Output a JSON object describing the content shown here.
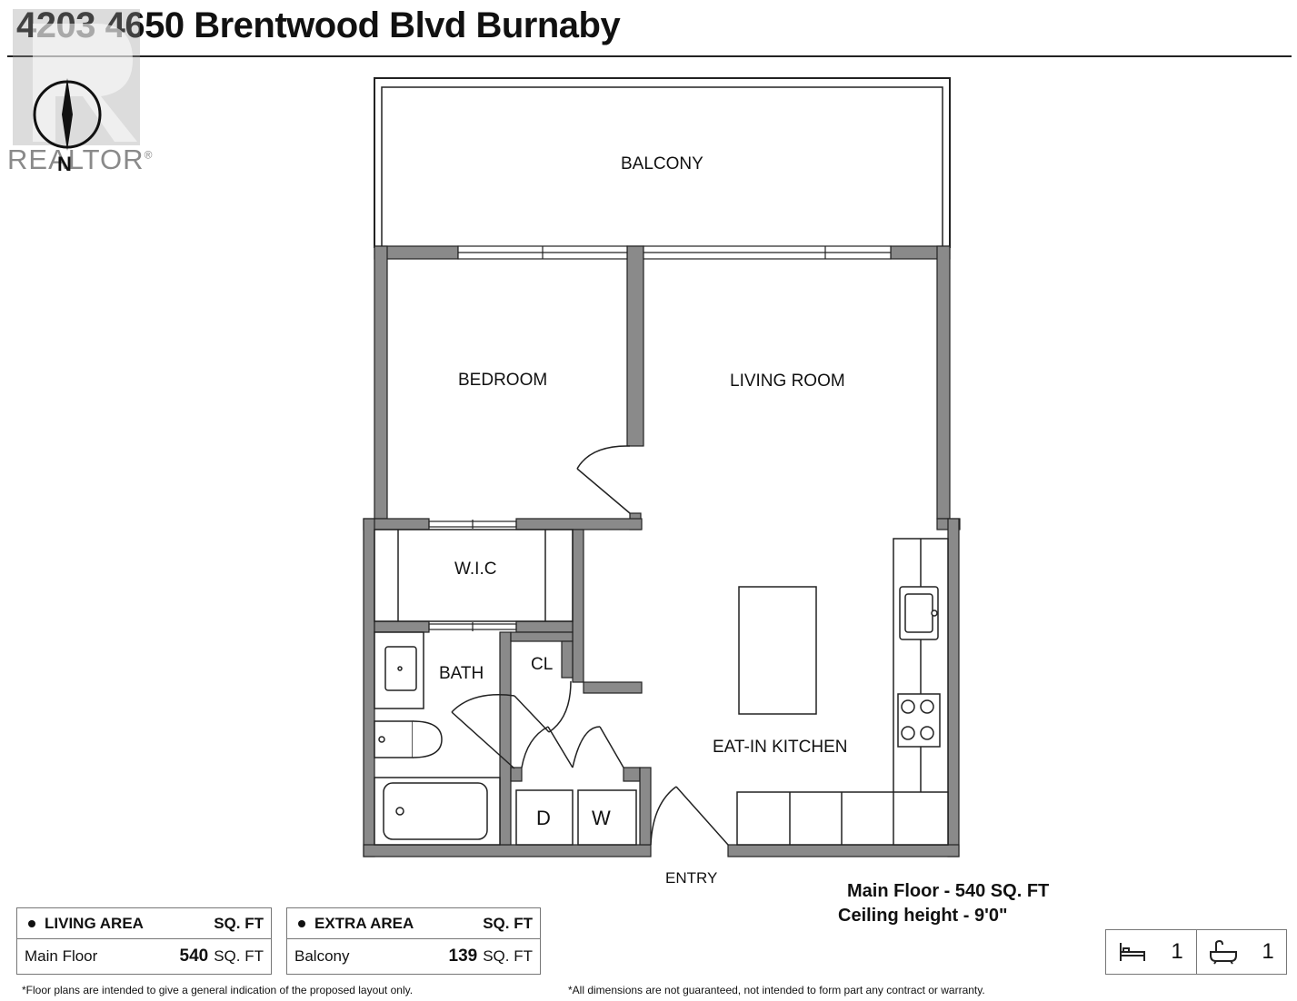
{
  "title": "4203 4650 Brentwood Blvd Burnaby",
  "watermark": {
    "brand": "REALTOR",
    "compass": "N"
  },
  "rooms": {
    "balcony": "BALCONY",
    "bedroom": "BEDROOM",
    "living_room": "LIVING ROOM",
    "wic": "W.I.C",
    "bath": "BATH",
    "closet": "CL",
    "dryer": "D",
    "washer": "W",
    "kitchen": "EAT-IN KITCHEN",
    "entry": "ENTRY"
  },
  "summary": {
    "main_floor": "Main Floor -  540 SQ. FT",
    "ceiling": "Ceiling height - 9'0\""
  },
  "living_area": {
    "header": "LIVING AREA",
    "unit_header": "SQ. FT",
    "row_label": "Main Floor",
    "row_value": "540",
    "row_unit": "SQ. FT"
  },
  "extra_area": {
    "header": "EXTRA AREA",
    "unit_header": "SQ. FT",
    "row_label": "Balcony",
    "row_value": "139",
    "row_unit": "SQ. FT"
  },
  "counts": {
    "bedrooms": "1",
    "bathrooms": "1",
    "bed_icon": "bed-icon",
    "bath_icon": "bathtub-icon"
  },
  "footnotes": {
    "left": "*Floor plans are intended to give a general indication of the proposed layout only.",
    "right": "*All dimensions are not guaranteed, not intended to form part any contract or warranty."
  },
  "colors": {
    "wall": "#7a7a7a",
    "outline": "#222222"
  }
}
